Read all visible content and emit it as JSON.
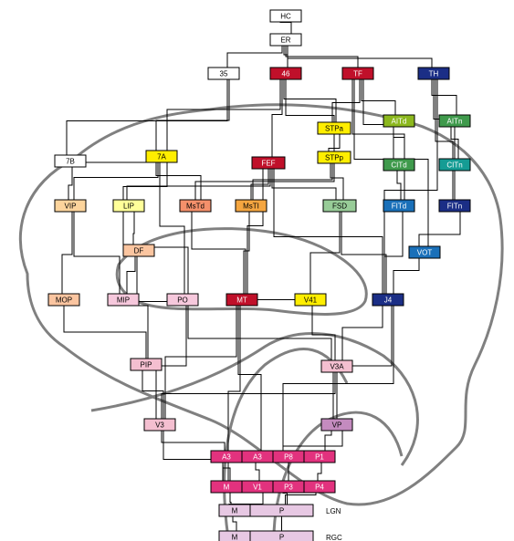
{
  "colors": {
    "brain_outline": "#808080",
    "connection": "#000000",
    "dark_red": "#c0102a",
    "navy": "#1b2e86",
    "yellow": "#ffee00",
    "light_yellow": "#ffff99",
    "olive_green": "#8cb81e",
    "green": "#3f9a4c",
    "teal": "#159c94",
    "blue": "#1a70b9",
    "sea_green": "#98cc98",
    "orange": "#f5a640",
    "salmon": "#f5906b",
    "peach": "#fbc5a0",
    "light_orange": "#fcd49c",
    "light_pink": "#f6c8dc",
    "pink": "#f4bfd0",
    "mauve": "#c48bbf",
    "magenta": "#e2327e",
    "pale_mauve": "#e7c8e3",
    "white": "#ffffff"
  },
  "nodes": [
    {
      "id": "hc",
      "label": "HC",
      "fill": "white"
    },
    {
      "id": "er",
      "label": "ER",
      "fill": "white"
    },
    {
      "id": "a35",
      "label": "35",
      "fill": "white"
    },
    {
      "id": "a46",
      "label": "46",
      "fill": "dark_red"
    },
    {
      "id": "tf",
      "label": "TF",
      "fill": "dark_red"
    },
    {
      "id": "th",
      "label": "TH",
      "fill": "navy"
    },
    {
      "id": "stpa",
      "label": "STPa",
      "fill": "yellow"
    },
    {
      "id": "aitd",
      "label": "AITd",
      "fill": "olive_green"
    },
    {
      "id": "aitv",
      "label": "AITn",
      "fill": "green"
    },
    {
      "id": "b7",
      "label": "7B",
      "fill": "white"
    },
    {
      "id": "a7",
      "label": "7A",
      "fill": "yellow"
    },
    {
      "id": "fef",
      "label": "FEF",
      "fill": "dark_red"
    },
    {
      "id": "stpp",
      "label": "STPp",
      "fill": "yellow"
    },
    {
      "id": "citd",
      "label": "CITd",
      "fill": "green"
    },
    {
      "id": "citv",
      "label": "CITn",
      "fill": "teal"
    },
    {
      "id": "vip",
      "label": "VIP",
      "fill": "light_orange"
    },
    {
      "id": "lip",
      "label": "LIP",
      "fill": "light_yellow"
    },
    {
      "id": "mstd",
      "label": "MsTd",
      "fill": "salmon"
    },
    {
      "id": "msti",
      "label": "MsTI",
      "fill": "orange"
    },
    {
      "id": "fsd",
      "label": "FSD",
      "fill": "sea_green"
    },
    {
      "id": "pitd",
      "label": "FITd",
      "fill": "blue"
    },
    {
      "id": "pitv",
      "label": "FITn",
      "fill": "navy"
    },
    {
      "id": "df",
      "label": "DF",
      "fill": "peach"
    },
    {
      "id": "vot",
      "label": "VOT",
      "fill": "blue"
    },
    {
      "id": "mdp",
      "label": "MOP",
      "fill": "peach"
    },
    {
      "id": "mip",
      "label": "MIP",
      "fill": "light_pink"
    },
    {
      "id": "po",
      "label": "PO",
      "fill": "light_pink"
    },
    {
      "id": "mt",
      "label": "MT",
      "fill": "dark_red"
    },
    {
      "id": "v4t",
      "label": "V41",
      "fill": "yellow"
    },
    {
      "id": "v4",
      "label": "J4",
      "fill": "navy"
    },
    {
      "id": "pip",
      "label": "PIP",
      "fill": "pink"
    },
    {
      "id": "v3a",
      "label": "V3A",
      "fill": "pink"
    },
    {
      "id": "v3",
      "label": "V3",
      "fill": "pink"
    },
    {
      "id": "vp",
      "label": "VP",
      "fill": "mauve"
    },
    {
      "id": "v2a",
      "label": "A3",
      "fill": "magenta"
    },
    {
      "id": "v2b",
      "label": "A3",
      "fill": "magenta"
    },
    {
      "id": "v2c",
      "label": "P8",
      "fill": "magenta"
    },
    {
      "id": "v2d",
      "label": "P1",
      "fill": "magenta"
    },
    {
      "id": "v1a",
      "label": "M",
      "fill": "magenta"
    },
    {
      "id": "v1b",
      "label": "V1",
      "fill": "magenta"
    },
    {
      "id": "v1c",
      "label": "P3",
      "fill": "magenta"
    },
    {
      "id": "v1d",
      "label": "P4",
      "fill": "magenta"
    },
    {
      "id": "lgnm",
      "label": "M",
      "fill": "pale_mauve"
    },
    {
      "id": "lgnp",
      "label": "P",
      "fill": "pale_mauve"
    },
    {
      "id": "rgcm",
      "label": "M",
      "fill": "pale_mauve"
    },
    {
      "id": "rgcp",
      "label": "P",
      "fill": "pale_mauve"
    }
  ],
  "row_labels": [
    {
      "id": "lgn",
      "label": "LGN"
    },
    {
      "id": "rgc",
      "label": "RGC"
    }
  ],
  "edges": [
    [
      "hc",
      "er"
    ],
    [
      "er",
      "a35"
    ],
    [
      "er",
      "a46"
    ],
    [
      "er",
      "tf"
    ],
    [
      "er",
      "th"
    ],
    [
      "a35",
      "b7"
    ],
    [
      "a35",
      "a7"
    ],
    [
      "a46",
      "a7"
    ],
    [
      "a46",
      "fef"
    ],
    [
      "a46",
      "stpa"
    ],
    [
      "a46",
      "stpp"
    ],
    [
      "tf",
      "stpa"
    ],
    [
      "tf",
      "aitd"
    ],
    [
      "tf",
      "citd"
    ],
    [
      "tf",
      "pitd"
    ],
    [
      "tf",
      "vot"
    ],
    [
      "th",
      "aitv"
    ],
    [
      "th",
      "citv"
    ],
    [
      "th",
      "pitv"
    ],
    [
      "th",
      "v4"
    ],
    [
      "stpa",
      "stpp"
    ],
    [
      "aitd",
      "citd"
    ],
    [
      "aitv",
      "citv"
    ],
    [
      "citd",
      "pitd"
    ],
    [
      "citv",
      "pitv"
    ],
    [
      "b7",
      "vip"
    ],
    [
      "b7",
      "a7"
    ],
    [
      "a7",
      "lip"
    ],
    [
      "a7",
      "mstd"
    ],
    [
      "a7",
      "vip"
    ],
    [
      "a7",
      "po"
    ],
    [
      "fef",
      "msti"
    ],
    [
      "fef",
      "lip"
    ],
    [
      "fef",
      "fsd"
    ],
    [
      "fef",
      "v4"
    ],
    [
      "fef",
      "mt"
    ],
    [
      "stpp",
      "fsd"
    ],
    [
      "stpp",
      "msti"
    ],
    [
      "stpp",
      "mstd"
    ],
    [
      "vip",
      "mdp"
    ],
    [
      "vip",
      "mip"
    ],
    [
      "lip",
      "df"
    ],
    [
      "lip",
      "po"
    ],
    [
      "mstd",
      "mt"
    ],
    [
      "msti",
      "mt"
    ],
    [
      "fsd",
      "v4t"
    ],
    [
      "fsd",
      "v4"
    ],
    [
      "pitd",
      "v4"
    ],
    [
      "pitv",
      "vot"
    ],
    [
      "vot",
      "v4"
    ],
    [
      "df",
      "mip"
    ],
    [
      "df",
      "pip"
    ],
    [
      "mdp",
      "pip"
    ],
    [
      "mip",
      "po"
    ],
    [
      "po",
      "v3"
    ],
    [
      "po",
      "v3a"
    ],
    [
      "mt",
      "v3"
    ],
    [
      "mt",
      "v2b"
    ],
    [
      "mt",
      "v1a"
    ],
    [
      "v4t",
      "mt"
    ],
    [
      "v4t",
      "v3a"
    ],
    [
      "v4",
      "vp"
    ],
    [
      "v4",
      "v2c"
    ],
    [
      "v4",
      "v3a"
    ],
    [
      "pip",
      "v3"
    ],
    [
      "v3a",
      "v3"
    ],
    [
      "v3a",
      "vp"
    ],
    [
      "v3",
      "v2a"
    ],
    [
      "v3",
      "v1a"
    ],
    [
      "vp",
      "v2c"
    ],
    [
      "vp",
      "v2d"
    ],
    [
      "v2a",
      "v1a"
    ],
    [
      "v2b",
      "v1b"
    ],
    [
      "v2c",
      "v1c"
    ],
    [
      "v2d",
      "v1d"
    ],
    [
      "v1a",
      "lgnm"
    ],
    [
      "v1b",
      "lgnm"
    ],
    [
      "v1c",
      "lgnp"
    ],
    [
      "v1d",
      "lgnp"
    ],
    [
      "lgnm",
      "rgcm"
    ],
    [
      "lgnp",
      "rgcp"
    ]
  ]
}
